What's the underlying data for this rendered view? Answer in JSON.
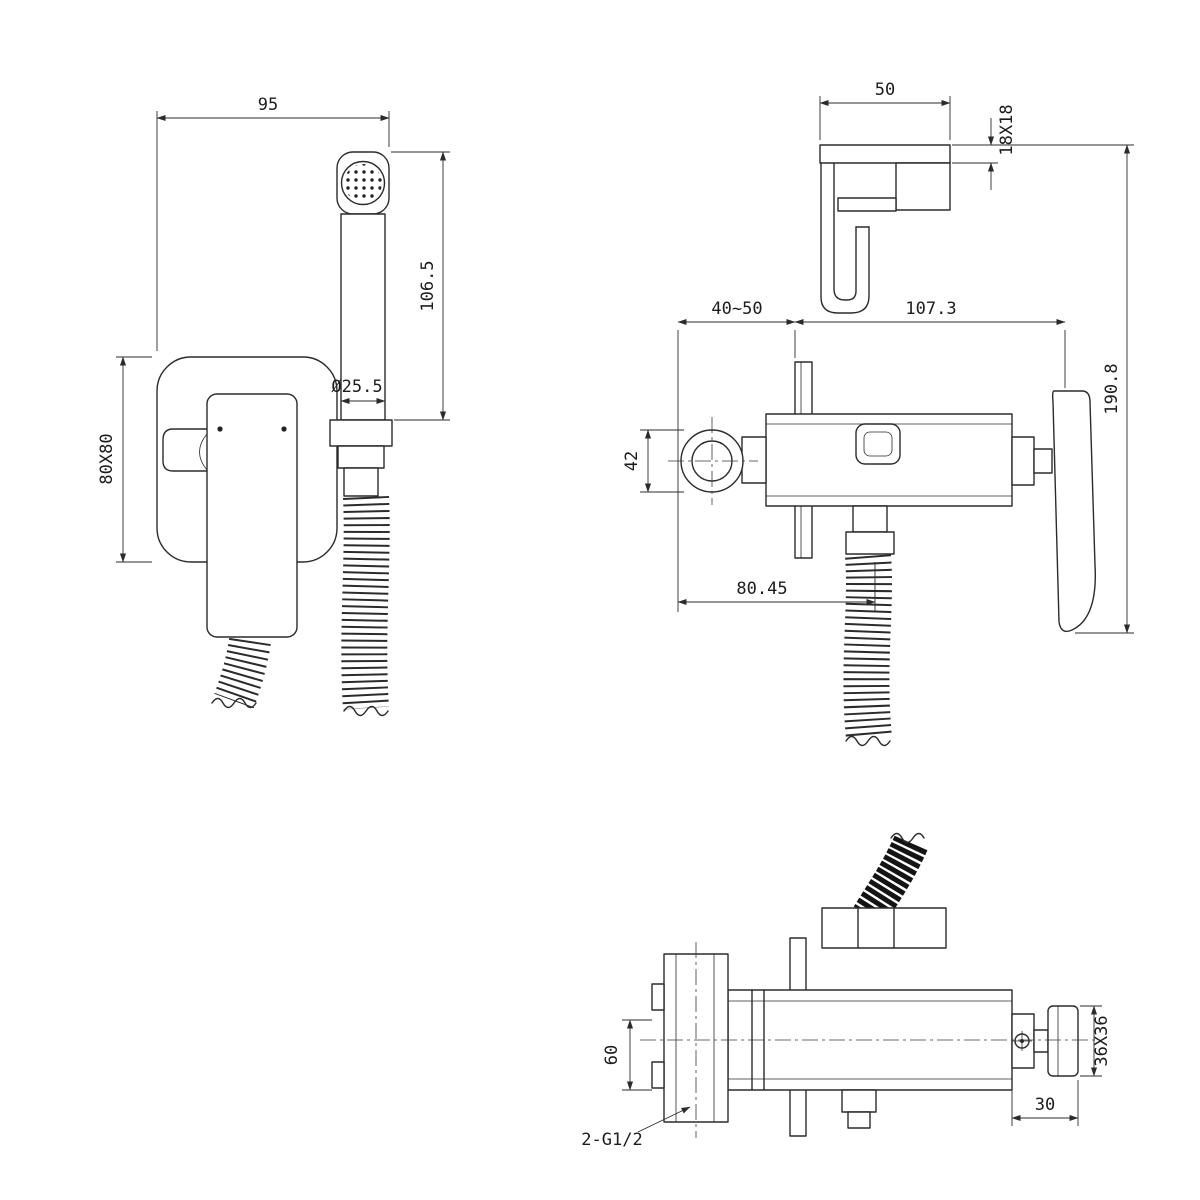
{
  "front": {
    "overall_width": "95",
    "sprayer_height": "106.5",
    "sprayer_diameter": "Ø25.5",
    "plate_size": "80X80"
  },
  "side": {
    "holder_width": "50",
    "holder_section": "18X18",
    "wall_depth": "40~50",
    "body_length": "107.3",
    "inlet_height": "42",
    "overall_height": "190.8",
    "hose_offset": "80.45"
  },
  "bottom": {
    "body_height": "60",
    "thread_callout": "2-G1/2",
    "cap_length": "30",
    "handle_section": "36X36"
  }
}
